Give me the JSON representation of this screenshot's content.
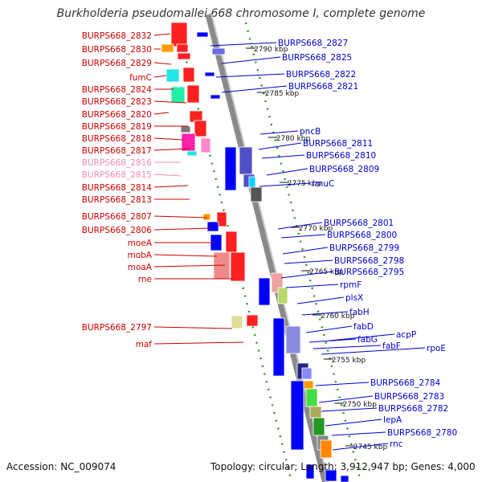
{
  "title": "Burkholderia pseudomallei 668 chromosome I, complete genome",
  "footer": {
    "accession": "Accession: NC_009074",
    "summary": "Topology: circular; Length: 3,912,947 bp; Genes: 4,000"
  },
  "colors": {
    "backbone": "#8a8a8a",
    "ring": "#2a9a2a",
    "reverse_label": "#cc0000",
    "forward_label": "#0000cc",
    "pseudo_label": "#f08cb4"
  },
  "kbp_ticks": [
    "2790 kbp",
    "2785 kbp",
    "2780 kbp",
    "2775 kbp",
    "2770 kbp",
    "2765 kbp",
    "2760 kbp",
    "2755 kbp",
    "2750 kbp",
    "2745 kbp"
  ],
  "left_labels": [
    {
      "text": "BURPS668_2832",
      "kind": "reverse"
    },
    {
      "text": "BURPS668_2830",
      "kind": "reverse"
    },
    {
      "text": "BURPS668_2829",
      "kind": "reverse"
    },
    {
      "text": "fumC",
      "kind": "reverse"
    },
    {
      "text": "BURPS668_2824",
      "kind": "reverse"
    },
    {
      "text": "BURPS668_2823",
      "kind": "reverse"
    },
    {
      "text": "BURPS668_2820",
      "kind": "reverse"
    },
    {
      "text": "BURPS668_2819",
      "kind": "reverse"
    },
    {
      "text": "BURPS668_2818",
      "kind": "reverse"
    },
    {
      "text": "BURPS668_2817",
      "kind": "reverse"
    },
    {
      "text": "BURPS668_2816",
      "kind": "pseudo"
    },
    {
      "text": "BURPS668_2815",
      "kind": "pseudo"
    },
    {
      "text": "BURPS668_2814",
      "kind": "reverse"
    },
    {
      "text": "BURPS668_2813",
      "kind": "reverse"
    },
    {
      "text": "BURPS668_2807",
      "kind": "reverse"
    },
    {
      "text": "BURPS668_2806",
      "kind": "reverse"
    },
    {
      "text": "moeA",
      "kind": "reverse"
    },
    {
      "text": "mobA",
      "kind": "reverse"
    },
    {
      "text": "moaA",
      "kind": "reverse"
    },
    {
      "text": "rne",
      "kind": "reverse"
    },
    {
      "text": "BURPS668_2797",
      "kind": "reverse"
    },
    {
      "text": "maf",
      "kind": "reverse"
    }
  ],
  "right_labels": [
    {
      "text": "BURPS668_2827"
    },
    {
      "text": "BURPS668_2825"
    },
    {
      "text": "BURPS668_2822"
    },
    {
      "text": "BURPS668_2821"
    },
    {
      "text": "pncB"
    },
    {
      "text": "BURPS668_2811"
    },
    {
      "text": "BURPS668_2810"
    },
    {
      "text": "BURPS668_2809"
    },
    {
      "text": "rmuC"
    },
    {
      "text": "BURPS668_2801"
    },
    {
      "text": "BURPS668_2800"
    },
    {
      "text": "BURPS668_2799"
    },
    {
      "text": "BURPS668_2798"
    },
    {
      "text": "BURPS668_2795"
    },
    {
      "text": "rpmF"
    },
    {
      "text": "plsX"
    },
    {
      "text": "fabH"
    },
    {
      "text": "fabD"
    },
    {
      "text": "fabG"
    },
    {
      "text": "acpP"
    },
    {
      "text": "fabF"
    },
    {
      "text": "rpoE"
    },
    {
      "text": "BURPS668_2784"
    },
    {
      "text": "BURPS668_2783"
    },
    {
      "text": "BURPS668_2782"
    },
    {
      "text": "lepA"
    },
    {
      "text": "BURPS668_2780"
    },
    {
      "text": "rnc"
    }
  ]
}
